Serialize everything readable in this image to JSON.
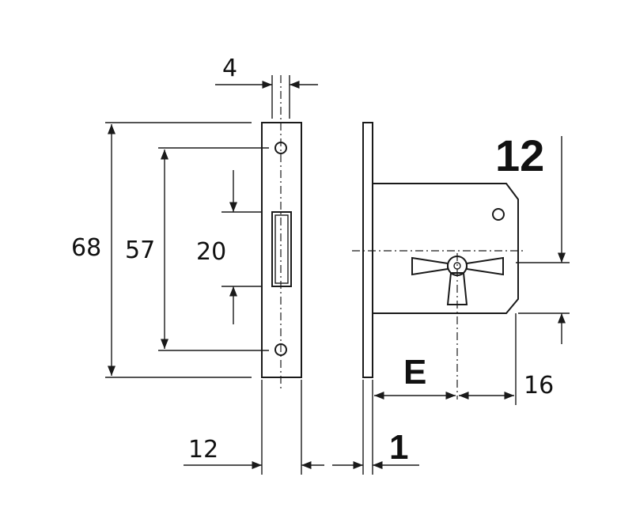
{
  "dimensions": {
    "faceplate_thickness": "4",
    "overall_height": "68",
    "screw_spacing": "57",
    "bolt_height": "20",
    "faceplate_width": "12",
    "bolt_offset": "12",
    "backset": "E",
    "key_to_edge": "16",
    "plate_thickness": "1"
  }
}
